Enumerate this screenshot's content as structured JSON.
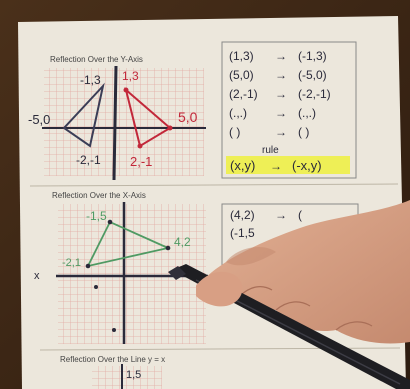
{
  "worksheet": {
    "section1": {
      "title": "Reflection Over the Y-Axis",
      "graph_labels": {
        "left_top": "-1,3",
        "left_side": "-5,0",
        "left_bottom": "-2,-1",
        "right_top": "1,3",
        "right_side": "5,0",
        "right_bottom": "2,-1"
      },
      "table_rows": [
        {
          "from": "(1,3)",
          "to": "(-1,3)"
        },
        {
          "from": "(5,0)",
          "to": "(-5,0)"
        },
        {
          "from": "(2,-1)",
          "to": "(-2,-1)"
        },
        {
          "from": "(.,.)",
          "to": "(.,.)"
        },
        {
          "from": "( )",
          "to": "( )"
        }
      ],
      "rule_label": "rule",
      "rule_from": "(x,y)",
      "rule_to": "(-x,y)"
    },
    "section2": {
      "title": "Reflection Over the X-Axis",
      "graph_labels": {
        "top": "-1,5",
        "right": "4,2",
        "left": "-2,1"
      },
      "axis_label": "x",
      "table_rows": [
        {
          "from": "(4,2)",
          "to": "("
        },
        {
          "from": "(-1,5",
          "to": ""
        }
      ]
    },
    "section3": {
      "title": "Reflection Over the Line y = x",
      "graph_label": "1,5"
    }
  },
  "colors": {
    "paper": "#ece7dc",
    "grid": "#e2a9a3",
    "ink": "#2a2a3a",
    "triangle_red": "#c2283a",
    "triangle_green": "#4f9a63",
    "highlight": "#eef04a",
    "marker_body": "#1e1e22",
    "skin": "#d89f84",
    "wood": "#3a2616"
  }
}
